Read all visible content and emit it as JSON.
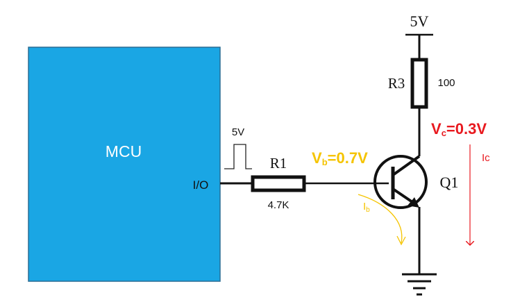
{
  "mcu": {
    "label": "MCU",
    "pin_label": "I/O",
    "fill": "#1aa6e4"
  },
  "pulse": {
    "label": "5V"
  },
  "r1": {
    "name": "R1",
    "value": "4.7K"
  },
  "r3": {
    "name": "R3",
    "value": "100"
  },
  "supply": {
    "label": "5V"
  },
  "transistor": {
    "name": "Q1"
  },
  "annotations": {
    "vb": {
      "text": "V",
      "sub": "b",
      "rest": "=0.7V",
      "color": "#f5c400"
    },
    "vc": {
      "text": "V",
      "sub": "c",
      "rest": "=0.3V",
      "color": "#e8191f"
    },
    "ib": {
      "text": "I",
      "sub": "b",
      "color": "#f5c400"
    },
    "ic": {
      "text": "Ic",
      "color": "#e8191f"
    }
  }
}
